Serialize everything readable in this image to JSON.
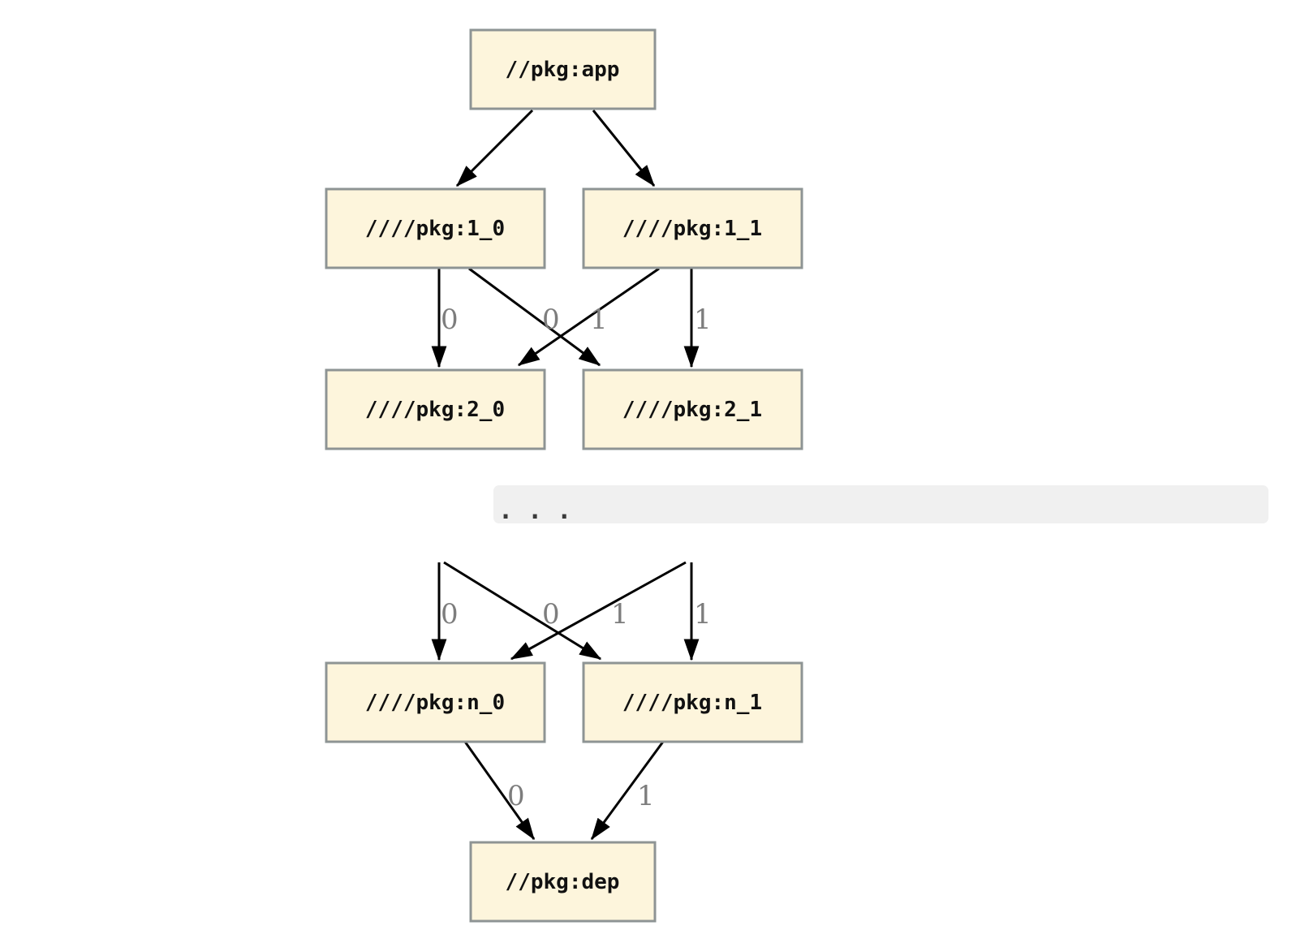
{
  "diagram": {
    "type": "dependency-graph",
    "nodes": {
      "app": {
        "label": "//pkg:app"
      },
      "p1_0": {
        "label": "////pkg:1_0"
      },
      "p1_1": {
        "label": "////pkg:1_1"
      },
      "p2_0": {
        "label": "////pkg:2_0"
      },
      "p2_1": {
        "label": "////pkg:2_1"
      },
      "pn_0": {
        "label": "////pkg:n_0"
      },
      "pn_1": {
        "label": "////pkg:n_1"
      },
      "dep": {
        "label": "//pkg:dep"
      }
    },
    "edges": [
      {
        "from": "//pkg:app",
        "to": "////pkg:1_0",
        "label": ""
      },
      {
        "from": "//pkg:app",
        "to": "////pkg:1_1",
        "label": ""
      },
      {
        "from": "////pkg:1_0",
        "to": "////pkg:2_0",
        "label": "0"
      },
      {
        "from": "////pkg:1_0",
        "to": "////pkg:2_1",
        "label": "1"
      },
      {
        "from": "////pkg:1_1",
        "to": "////pkg:2_0",
        "label": "0"
      },
      {
        "from": "////pkg:1_1",
        "to": "////pkg:2_1",
        "label": "1"
      },
      {
        "from": "…",
        "to": "////pkg:n_0",
        "label": "0"
      },
      {
        "from": "…",
        "to": "////pkg:n_1",
        "label": "1"
      },
      {
        "from": "…",
        "to": "////pkg:n_0",
        "label": "0"
      },
      {
        "from": "…",
        "to": "////pkg:n_1",
        "label": "1"
      },
      {
        "from": "////pkg:n_0",
        "to": "//pkg:dep",
        "label": "0"
      },
      {
        "from": "////pkg:n_1",
        "to": "//pkg:dep",
        "label": "1"
      }
    ],
    "ellipsis": {
      "text": ". . ."
    },
    "colors": {
      "background": "#ffffff",
      "node_fill": "#fdf5dc",
      "node_border": "#8e9494",
      "node_text": "#111111",
      "edge": "#000000",
      "edge_label": "#7d7d7d",
      "ellipsis_bar": "#f0f0f0",
      "ellipsis_dots": "#3a3a3a"
    }
  }
}
